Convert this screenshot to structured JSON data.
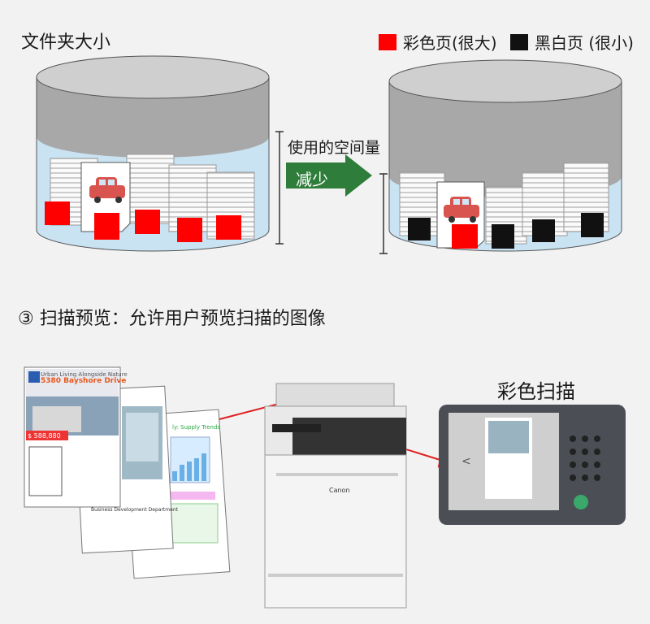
{
  "top": {
    "title": "文件夹大小",
    "legend": [
      {
        "label": "彩色页(很大)",
        "color": "#ff0000"
      },
      {
        "label": "黑白页 (很小)",
        "color": "#111111"
      }
    ],
    "arrow_caption": "使用的空间量",
    "arrow_label": "减少",
    "arrow_color": "#2e7d3a"
  },
  "section": {
    "title": "③ 扫描预览：允许用户预览扫描的图像"
  },
  "scan": {
    "label": "彩色扫描",
    "doc1_tagline": "Urban Living Alongside Nature",
    "doc1_title": "5380 Bayshore Drive",
    "doc1_price": "$ 588,880",
    "doc2_footer": "Business Development Department",
    "doc3_heading": "ly: Supply Trends",
    "printer_brand": "Canon",
    "panel_back": "<"
  }
}
